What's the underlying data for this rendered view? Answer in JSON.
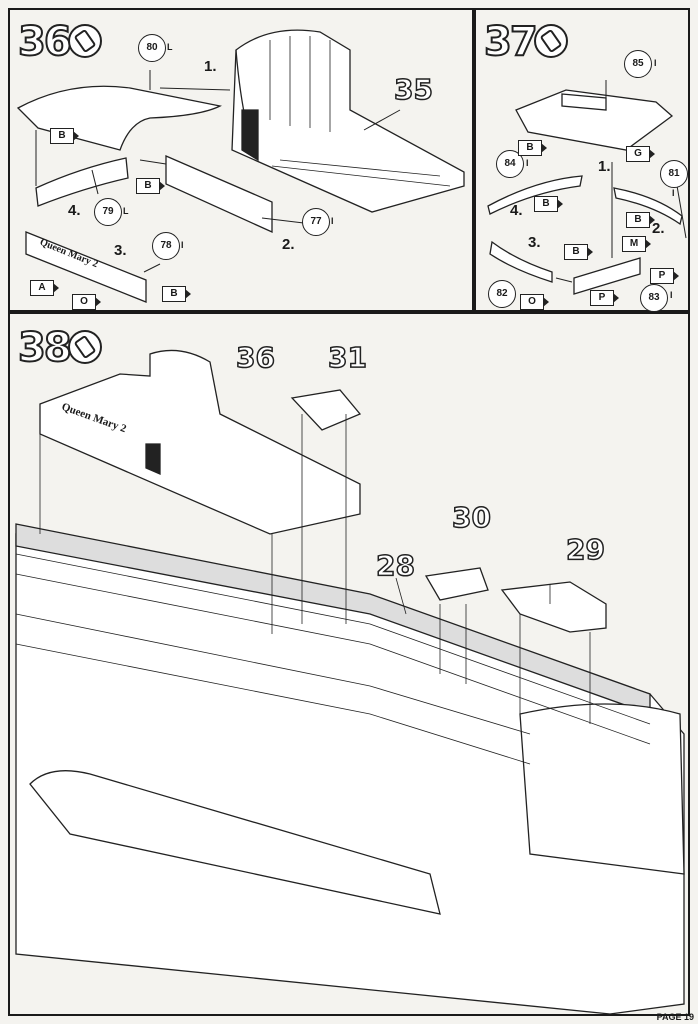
{
  "steps": {
    "s36": "36",
    "s37": "37",
    "s38": "38"
  },
  "part_numbers": {
    "p35": "35",
    "p36": "36",
    "p31": "31",
    "p30": "30",
    "p28": "28",
    "p29": "29"
  },
  "step36": {
    "substeps": [
      "1.",
      "2.",
      "3.",
      "4."
    ],
    "circles": [
      {
        "num": "80",
        "suffix": "L"
      },
      {
        "num": "79",
        "suffix": "L"
      },
      {
        "num": "78",
        "suffix": "I"
      },
      {
        "num": "77",
        "suffix": "I"
      }
    ],
    "flags": [
      "B",
      "B",
      "A",
      "O",
      "B"
    ],
    "stamp": "Queen Mary 2"
  },
  "step37": {
    "substeps": [
      "1.",
      "2.",
      "3.",
      "4."
    ],
    "circles": [
      {
        "num": "85",
        "suffix": "I"
      },
      {
        "num": "84",
        "suffix": "I"
      },
      {
        "num": "81",
        "suffix": "I"
      },
      {
        "num": "82",
        "suffix": ""
      },
      {
        "num": "83",
        "suffix": "I"
      }
    ],
    "flags": [
      "B",
      "G",
      "B",
      "B",
      "M",
      "P",
      "B",
      "P",
      "O"
    ]
  },
  "step38": {
    "stamp": "Queen Mary 2"
  },
  "footer": "PAGE 19"
}
